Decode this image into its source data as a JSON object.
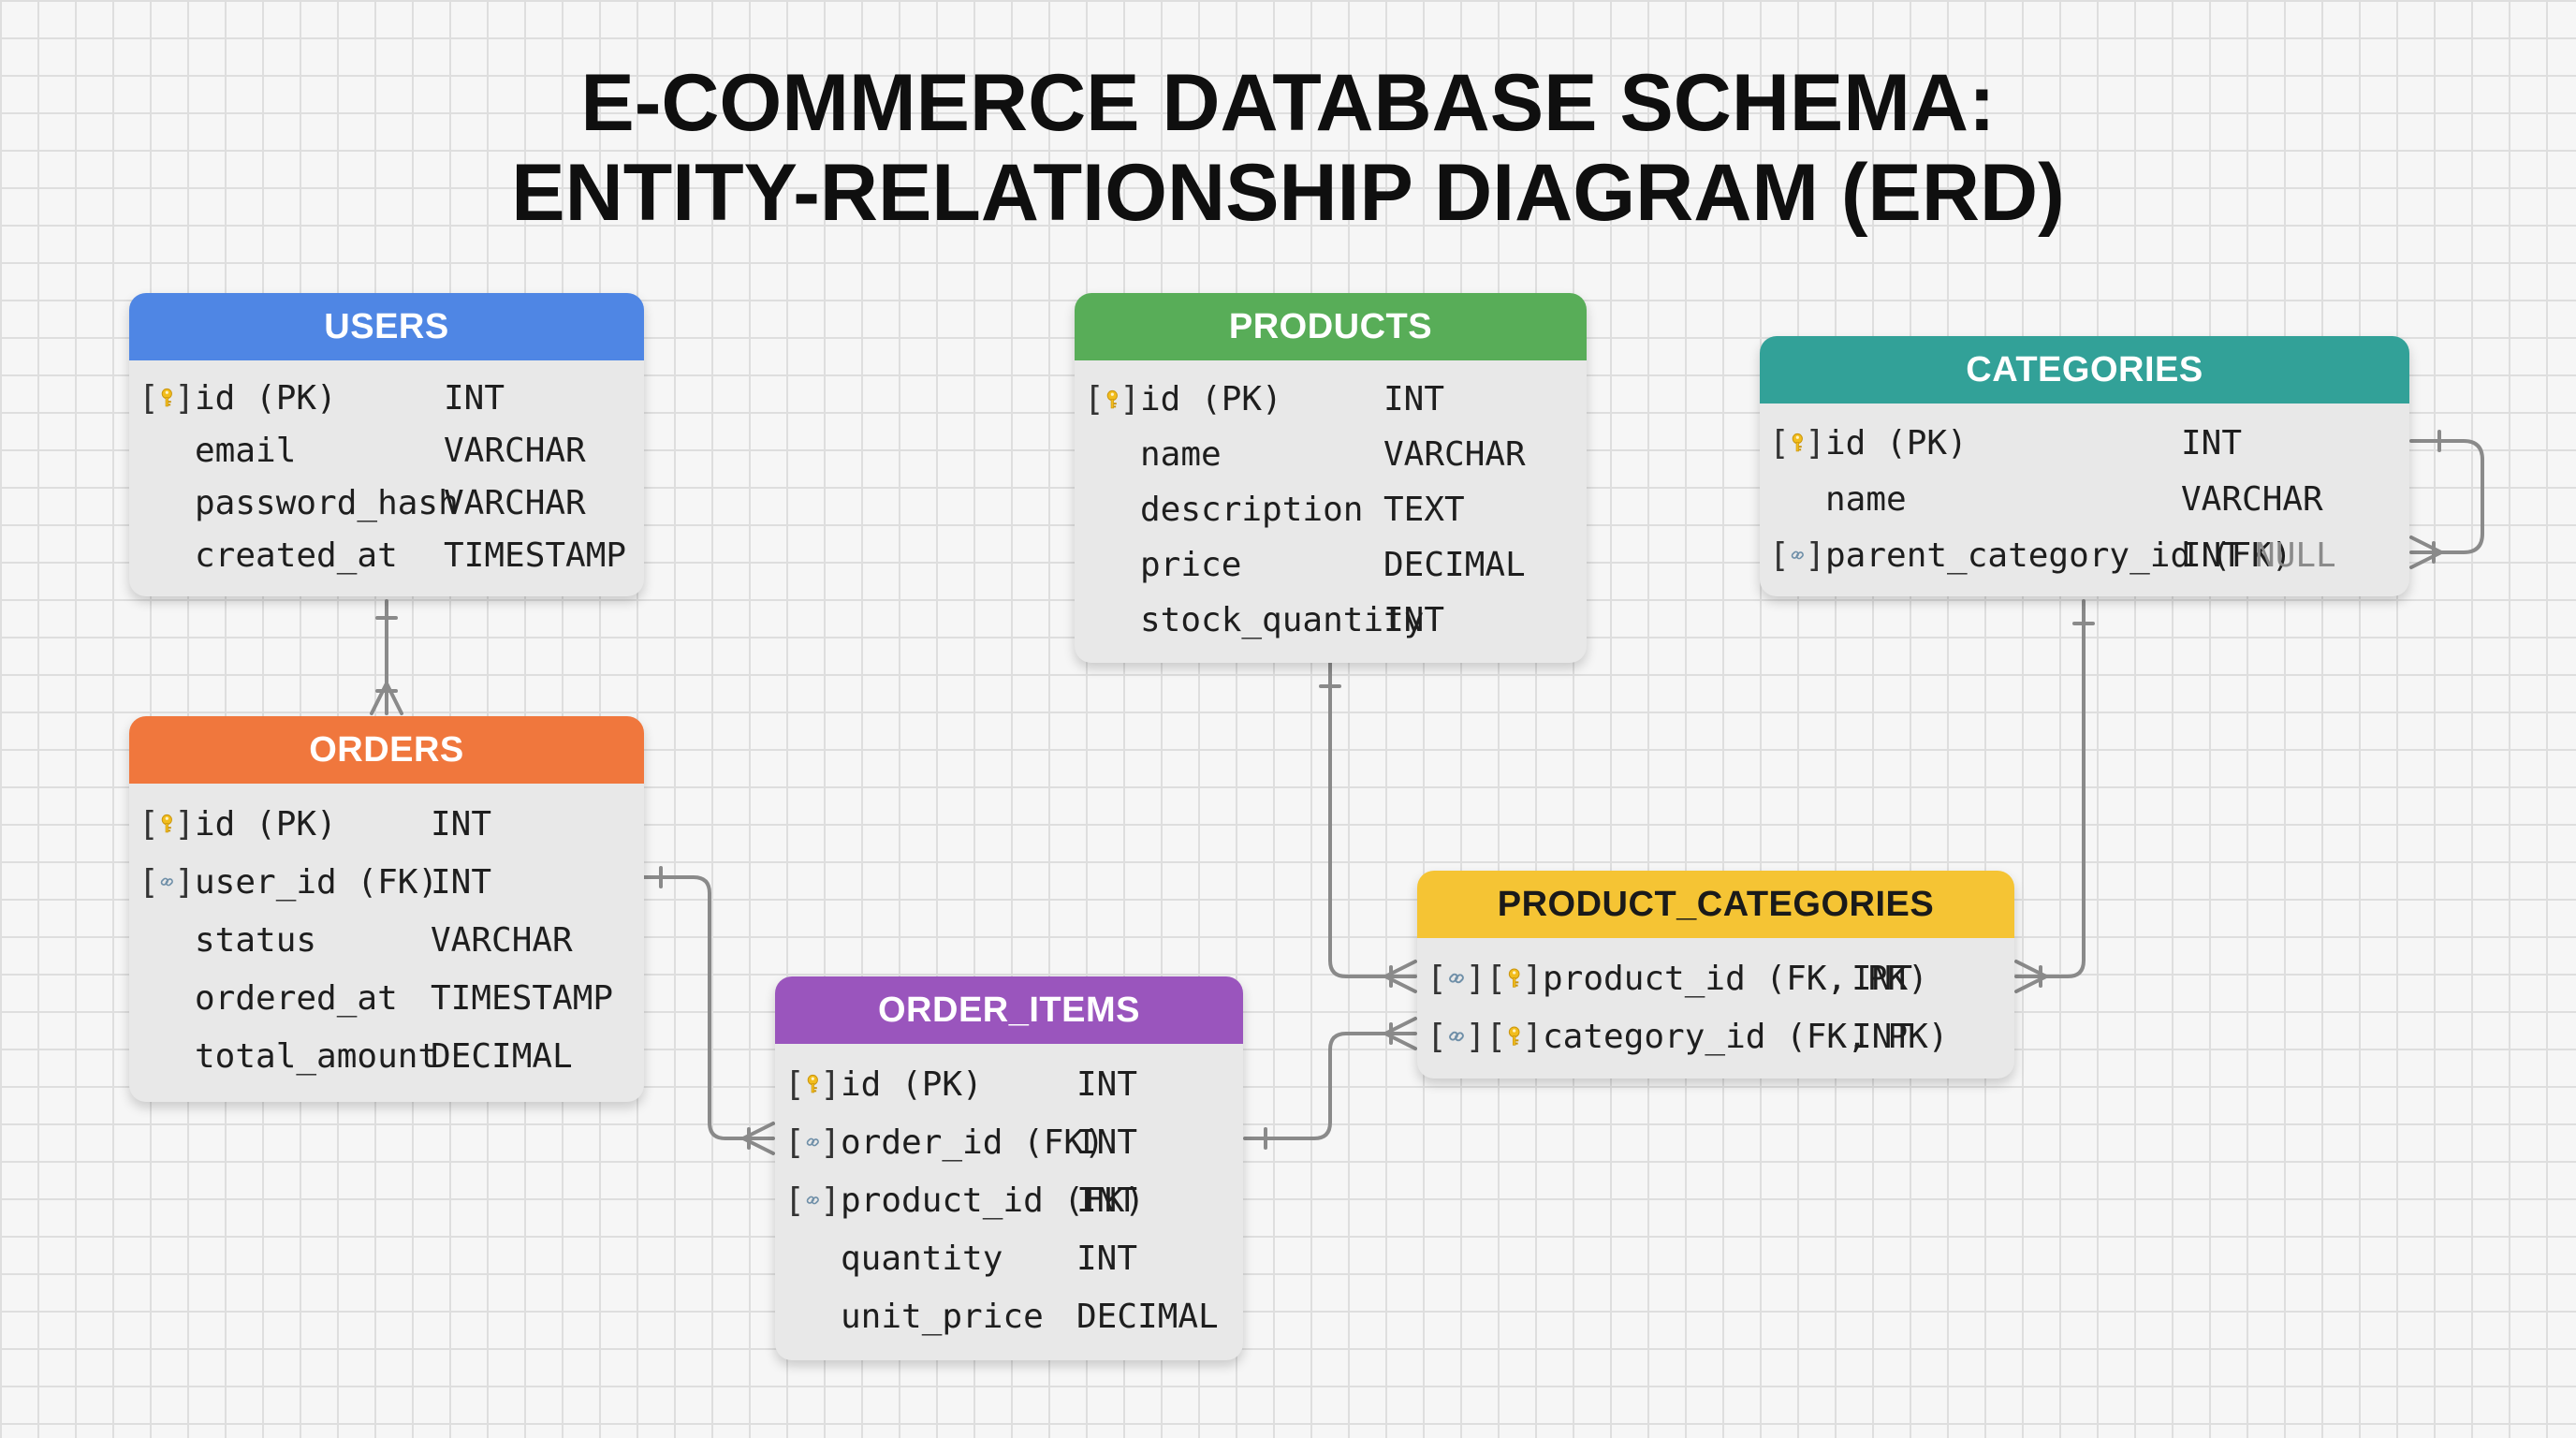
{
  "title": {
    "line1": "E-COMMERCE DATABASE SCHEMA:",
    "line2": "ENTITY-RELATIONSHIP DIAGRAM (ERD)"
  },
  "colors": {
    "users": "#4f86e4",
    "orders": "#f0773d",
    "order_items": "#9a55bd",
    "products": "#58ad58",
    "categories": "#32a198",
    "product_categories": "#f5c434",
    "line": "#8a8a8a"
  },
  "entities": {
    "users": {
      "name": "USERS",
      "rows": [
        {
          "markers": [
            "key"
          ],
          "name": "id (PK)",
          "type": "INT"
        },
        {
          "markers": [],
          "name": "email",
          "type": "VARCHAR"
        },
        {
          "markers": [],
          "name": "password_hash",
          "type": "VARCHAR"
        },
        {
          "markers": [],
          "name": "created_at",
          "type": "TIMESTAMP"
        }
      ]
    },
    "orders": {
      "name": "ORDERS",
      "rows": [
        {
          "markers": [
            "key"
          ],
          "name": "id (PK)",
          "type": "INT"
        },
        {
          "markers": [
            "link"
          ],
          "name": "user_id (FK)",
          "type": "INT"
        },
        {
          "markers": [],
          "name": "status",
          "type": "VARCHAR"
        },
        {
          "markers": [],
          "name": "ordered_at",
          "type": "TIMESTAMP"
        },
        {
          "markers": [],
          "name": "total_amount",
          "type": "DECIMAL"
        }
      ]
    },
    "order_items": {
      "name": "ORDER_ITEMS",
      "rows": [
        {
          "markers": [
            "key"
          ],
          "name": "id (PK)",
          "type": "INT"
        },
        {
          "markers": [
            "link"
          ],
          "name": "order_id (FK)",
          "type": "INT"
        },
        {
          "markers": [
            "link"
          ],
          "name": "product_id (FK)",
          "type": "INT"
        },
        {
          "markers": [],
          "name": "quantity",
          "type": "INT"
        },
        {
          "markers": [],
          "name": "unit_price",
          "type": "DECIMAL"
        }
      ]
    },
    "products": {
      "name": "PRODUCTS",
      "rows": [
        {
          "markers": [
            "key"
          ],
          "name": "id (PK)",
          "type": "INT"
        },
        {
          "markers": [],
          "name": "name",
          "type": "VARCHAR"
        },
        {
          "markers": [],
          "name": "description",
          "type": "TEXT"
        },
        {
          "markers": [],
          "name": "price",
          "type": "DECIMAL"
        },
        {
          "markers": [],
          "name": "stock_quantity",
          "type": "INT"
        }
      ]
    },
    "categories": {
      "name": "CATEGORIES",
      "rows": [
        {
          "markers": [
            "key"
          ],
          "name": "id (PK)",
          "type": "INT"
        },
        {
          "markers": [],
          "name": "name",
          "type": "VARCHAR"
        },
        {
          "markers": [
            "link"
          ],
          "name": "parent_category_id (FK)",
          "type": "INT",
          "extra": "NULL"
        }
      ]
    },
    "product_categories": {
      "name": "PRODUCT_CATEGORIES",
      "rows": [
        {
          "markers": [
            "link",
            "key"
          ],
          "name": "product_id (FK, PK)",
          "type": "INT"
        },
        {
          "markers": [
            "link",
            "key"
          ],
          "name": "category_id (FK, PK)",
          "type": "INT"
        }
      ]
    }
  }
}
